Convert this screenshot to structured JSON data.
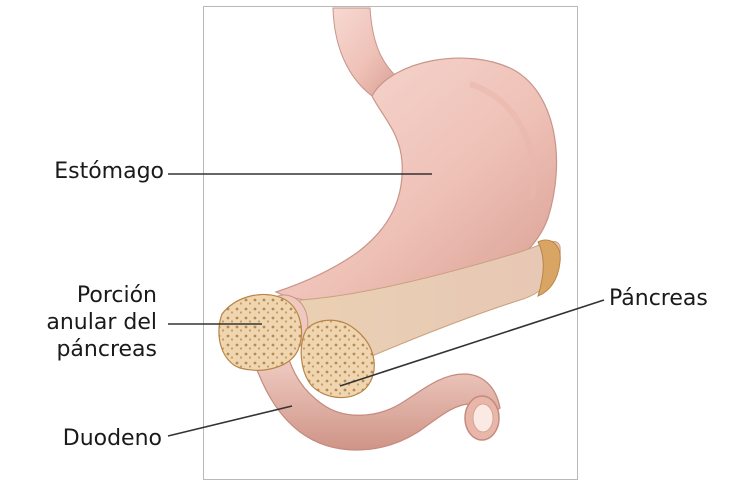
{
  "labels": {
    "stomach": "Estómago",
    "annular_pancreas": [
      "Porción",
      "anular del",
      "páncreas"
    ],
    "duodenum": "Duodeno",
    "pancreas": "Páncreas"
  },
  "colors": {
    "stomach": "#f0c6bd",
    "duodenum": "#ecbfb4",
    "pancreas_tissue": "#e8c8a6",
    "leader_lines": "#333333"
  }
}
